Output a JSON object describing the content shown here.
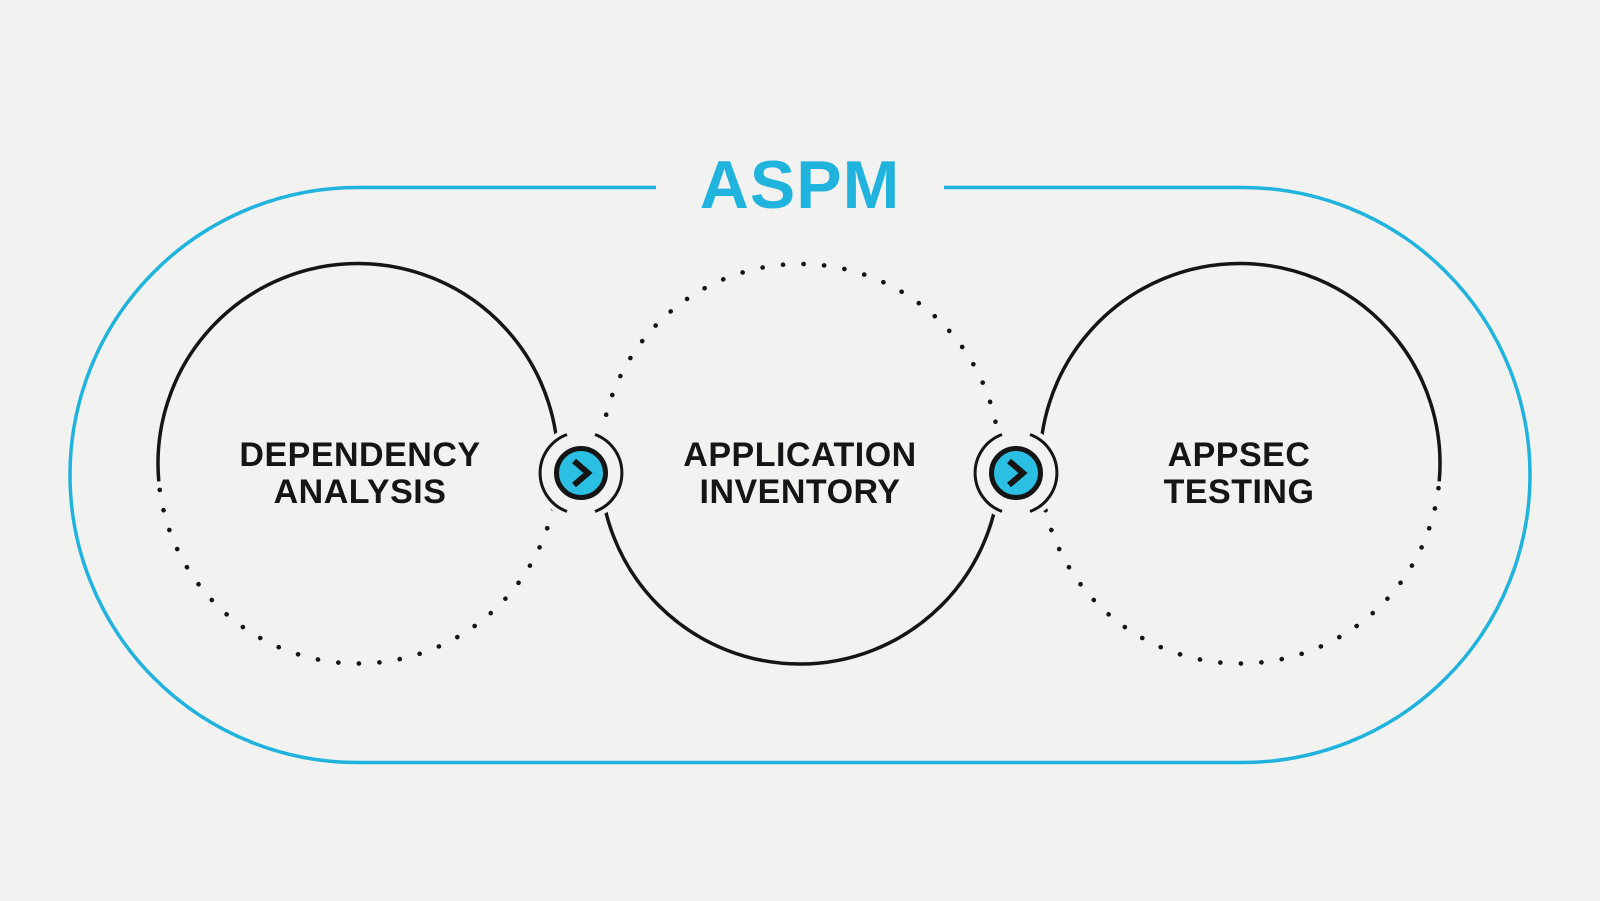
{
  "title": "ASPM",
  "colors": {
    "accent": "#1FB3DD",
    "button_fill": "#2BBFE4",
    "ink": "#151515",
    "background": "#F2F2F0"
  },
  "circles": [
    {
      "name": "dependency-analysis",
      "label": "DEPENDENCY\nANALYSIS",
      "border_style": "solid top half, dotted bottom half"
    },
    {
      "name": "application-inventory",
      "label": "APPLICATION\nINVENTORY",
      "border_style": "dotted top half, solid bottom half"
    },
    {
      "name": "appsec-testing",
      "label": "APPSEC\nTESTING",
      "border_style": "solid top half, dotted bottom half"
    }
  ],
  "arrow_buttons": [
    {
      "icon": "chevron-right-icon"
    },
    {
      "icon": "chevron-right-icon"
    }
  ]
}
